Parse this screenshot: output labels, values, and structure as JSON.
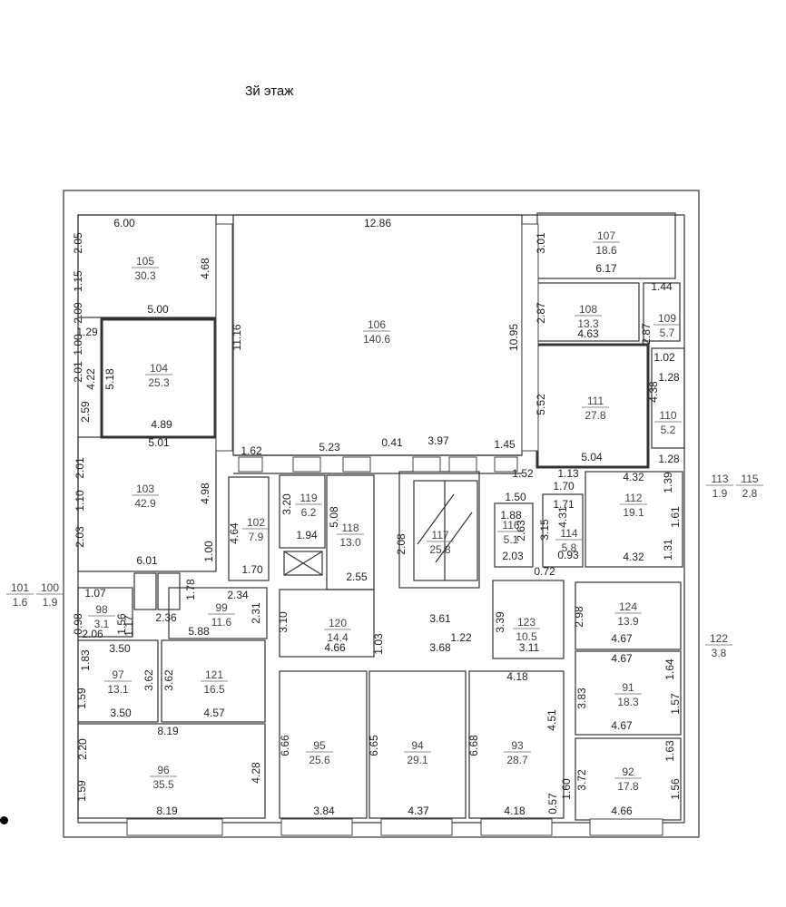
{
  "title": "3й этаж",
  "rooms": [
    {
      "id": "room-105",
      "num": "105",
      "area": "30.3"
    },
    {
      "id": "room-106",
      "num": "106",
      "area": "140.6"
    },
    {
      "id": "room-107",
      "num": "107",
      "area": "18.6"
    },
    {
      "id": "room-108",
      "num": "108",
      "area": "13.3"
    },
    {
      "id": "room-109",
      "num": "109",
      "area": "5.7"
    },
    {
      "id": "room-104",
      "num": "104",
      "area": "25.3"
    },
    {
      "id": "room-111",
      "num": "111",
      "area": "27.8"
    },
    {
      "id": "room-110",
      "num": "110",
      "area": "5.2"
    },
    {
      "id": "room-103",
      "num": "103",
      "area": "42.9"
    },
    {
      "id": "room-119",
      "num": "119",
      "area": "6.2"
    },
    {
      "id": "room-118",
      "num": "118",
      "area": "13.0"
    },
    {
      "id": "room-102",
      "num": "102",
      "area": "7.9"
    },
    {
      "id": "room-117",
      "num": "117",
      "area": "25.8"
    },
    {
      "id": "room-116",
      "num": "116",
      "area": "5.1"
    },
    {
      "id": "room-114",
      "num": "114",
      "area": "5.8"
    },
    {
      "id": "room-112",
      "num": "112",
      "area": "19.1"
    },
    {
      "id": "room-113",
      "num": "113",
      "area": "1.9"
    },
    {
      "id": "room-115",
      "num": "115",
      "area": "2.8"
    },
    {
      "id": "room-101",
      "num": "101",
      "area": "1.6"
    },
    {
      "id": "room-100",
      "num": "100",
      "area": "1.9"
    },
    {
      "id": "room-98",
      "num": "98",
      "area": "3.1"
    },
    {
      "id": "room-99",
      "num": "99",
      "area": "11.6"
    },
    {
      "id": "room-120",
      "num": "120",
      "area": "14.4"
    },
    {
      "id": "room-123",
      "num": "123",
      "area": "10.5"
    },
    {
      "id": "room-124",
      "num": "124",
      "area": "13.9"
    },
    {
      "id": "room-122",
      "num": "122",
      "area": "3.8"
    },
    {
      "id": "room-97",
      "num": "97",
      "area": "13.1"
    },
    {
      "id": "room-121",
      "num": "121",
      "area": "16.5"
    },
    {
      "id": "room-91",
      "num": "91",
      "area": "18.3"
    },
    {
      "id": "room-95",
      "num": "95",
      "area": "25.6"
    },
    {
      "id": "room-94",
      "num": "94",
      "area": "29.1"
    },
    {
      "id": "room-93",
      "num": "93",
      "area": "28.7"
    },
    {
      "id": "room-96",
      "num": "96",
      "area": "35.5"
    },
    {
      "id": "room-92",
      "num": "92",
      "area": "17.8"
    }
  ],
  "dimensions": [
    {
      "id": "d1",
      "v": "6.00"
    },
    {
      "id": "d2",
      "v": "12.86"
    },
    {
      "id": "d3",
      "v": "2.05"
    },
    {
      "id": "d4",
      "v": "1.15"
    },
    {
      "id": "d5",
      "v": "4.68"
    },
    {
      "id": "d6",
      "v": "3.01"
    },
    {
      "id": "d7",
      "v": "6.17"
    },
    {
      "id": "d8",
      "v": "1.44"
    },
    {
      "id": "d9",
      "v": "2.87"
    },
    {
      "id": "d10",
      "v": "2.87"
    },
    {
      "id": "d11",
      "v": "4.63"
    },
    {
      "id": "d12",
      "v": "2.09"
    },
    {
      "id": "d13",
      "v": "5.00"
    },
    {
      "id": "d14",
      "v": "1.29"
    },
    {
      "id": "d15",
      "v": "1.00"
    },
    {
      "id": "d16",
      "v": "11.16"
    },
    {
      "id": "d17",
      "v": "10.95"
    },
    {
      "id": "d18",
      "v": "1.02"
    },
    {
      "id": "d19",
      "v": "1.28"
    },
    {
      "id": "d20",
      "v": "2.01"
    },
    {
      "id": "d21",
      "v": "4.22"
    },
    {
      "id": "d22",
      "v": "5.18"
    },
    {
      "id": "d23",
      "v": "5.52"
    },
    {
      "id": "d24",
      "v": "4.38"
    },
    {
      "id": "d25",
      "v": "2.59"
    },
    {
      "id": "d26",
      "v": "4.89"
    },
    {
      "id": "d27",
      "v": "1.28"
    },
    {
      "id": "d28",
      "v": "5.01"
    },
    {
      "id": "d29",
      "v": "1.62"
    },
    {
      "id": "d30",
      "v": "5.23"
    },
    {
      "id": "d31",
      "v": "0.41"
    },
    {
      "id": "d32",
      "v": "3.97"
    },
    {
      "id": "d33",
      "v": "1.45"
    },
    {
      "id": "d34",
      "v": "5.04"
    },
    {
      "id": "d35",
      "v": "2.01"
    },
    {
      "id": "d36",
      "v": "1.10"
    },
    {
      "id": "d37",
      "v": "2.03"
    },
    {
      "id": "d38",
      "v": "4.98"
    },
    {
      "id": "d39",
      "v": "3.20"
    },
    {
      "id": "d40",
      "v": "1.94"
    },
    {
      "id": "d41",
      "v": "5.08"
    },
    {
      "id": "d42",
      "v": "4.64"
    },
    {
      "id": "d43",
      "v": "1.70"
    },
    {
      "id": "d44",
      "v": "6.01"
    },
    {
      "id": "d45",
      "v": "2.55"
    },
    {
      "id": "d46",
      "v": "1.00"
    },
    {
      "id": "d47",
      "v": "1.52"
    },
    {
      "id": "d48",
      "v": "1.13"
    },
    {
      "id": "d49",
      "v": "1.50"
    },
    {
      "id": "d50",
      "v": "1.70"
    },
    {
      "id": "d51",
      "v": "4.32"
    },
    {
      "id": "d52",
      "v": "1.39"
    },
    {
      "id": "d53",
      "v": "1.71"
    },
    {
      "id": "d54",
      "v": "1.88"
    },
    {
      "id": "d55",
      "v": "2.63"
    },
    {
      "id": "d56",
      "v": "3.15"
    },
    {
      "id": "d57",
      "v": "4.31"
    },
    {
      "id": "d58",
      "v": "1.61"
    },
    {
      "id": "d59",
      "v": "2.03"
    },
    {
      "id": "d60",
      "v": "0.93"
    },
    {
      "id": "d61",
      "v": "0.72"
    },
    {
      "id": "d62",
      "v": "1.31"
    },
    {
      "id": "d63",
      "v": "4.32"
    },
    {
      "id": "d64",
      "v": "2.08"
    },
    {
      "id": "d65",
      "v": "1.07"
    },
    {
      "id": "d66",
      "v": "1.78"
    },
    {
      "id": "d67",
      "v": "2.34"
    },
    {
      "id": "d68",
      "v": "2.31"
    },
    {
      "id": "d69",
      "v": "2.36"
    },
    {
      "id": "d70",
      "v": "2.06"
    },
    {
      "id": "d71",
      "v": "1.56"
    },
    {
      "id": "d72",
      "v": "1.17"
    },
    {
      "id": "d73",
      "v": "0.98"
    },
    {
      "id": "d74",
      "v": "5.88"
    },
    {
      "id": "d75",
      "v": "3.10"
    },
    {
      "id": "d76",
      "v": "3.61"
    },
    {
      "id": "d77",
      "v": "3.39"
    },
    {
      "id": "d78",
      "v": "2.98"
    },
    {
      "id": "d79",
      "v": "4.67"
    },
    {
      "id": "d80",
      "v": "3.50"
    },
    {
      "id": "d81",
      "v": "4.66"
    },
    {
      "id": "d82",
      "v": "1.03"
    },
    {
      "id": "d83",
      "v": "3.68"
    },
    {
      "id": "d84",
      "v": "1.22"
    },
    {
      "id": "d85",
      "v": "3.11"
    },
    {
      "id": "d86",
      "v": "4.67"
    },
    {
      "id": "d87",
      "v": "1.64"
    },
    {
      "id": "d88",
      "v": "1.83"
    },
    {
      "id": "d89",
      "v": "3.62"
    },
    {
      "id": "d90",
      "v": "3.62"
    },
    {
      "id": "d91",
      "v": "4.18"
    },
    {
      "id": "d92",
      "v": "3.83"
    },
    {
      "id": "d93",
      "v": "1.57"
    },
    {
      "id": "d94",
      "v": "1.59"
    },
    {
      "id": "d95",
      "v": "3.50"
    },
    {
      "id": "d96",
      "v": "4.57"
    },
    {
      "id": "d97",
      "v": "4.51"
    },
    {
      "id": "d98",
      "v": "4.67"
    },
    {
      "id": "d99",
      "v": "8.19"
    },
    {
      "id": "d100",
      "v": "2.20"
    },
    {
      "id": "d101",
      "v": "6.66"
    },
    {
      "id": "d102",
      "v": "6.65"
    },
    {
      "id": "d103",
      "v": "6.68"
    },
    {
      "id": "d104",
      "v": "1.63"
    },
    {
      "id": "d105",
      "v": "4.28"
    },
    {
      "id": "d106",
      "v": "3.72"
    },
    {
      "id": "d107",
      "v": "1.60"
    },
    {
      "id": "d108",
      "v": "1.56"
    },
    {
      "id": "d109",
      "v": "1.59"
    },
    {
      "id": "d110",
      "v": "0.57"
    },
    {
      "id": "d111",
      "v": "8.19"
    },
    {
      "id": "d112",
      "v": "3.84"
    },
    {
      "id": "d113",
      "v": "4.37"
    },
    {
      "id": "d114",
      "v": "4.18"
    },
    {
      "id": "d115",
      "v": "4.66"
    }
  ]
}
